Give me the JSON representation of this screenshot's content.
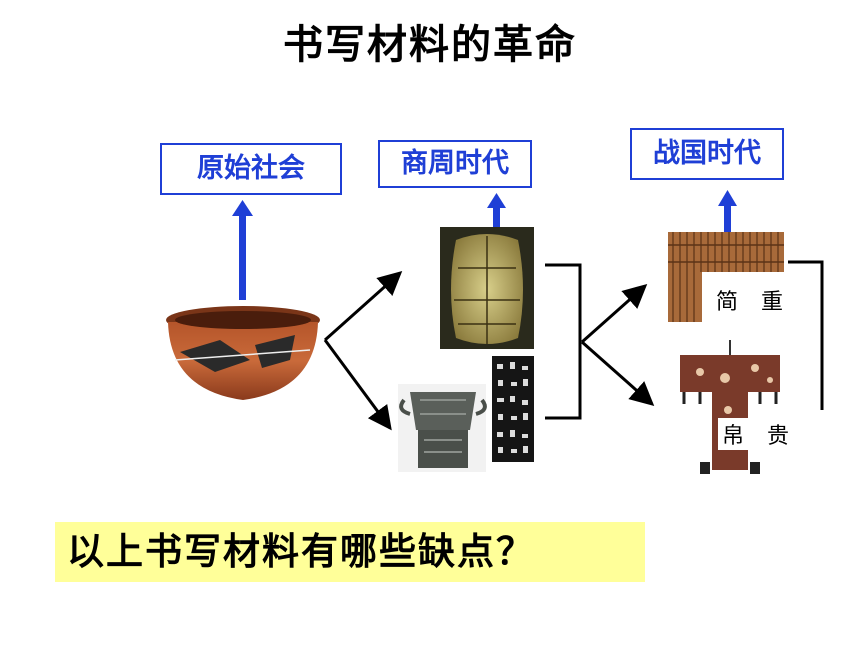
{
  "title": "书写材料的革命",
  "eras": {
    "primitive": "原始社会",
    "shang_zhou": "商周时代",
    "warring_states": "战国时代"
  },
  "materials": {
    "bamboo_label": "简 重",
    "silk_label": "帛 贵"
  },
  "question": "以上书写材料有哪些缺点？",
  "colors": {
    "accent_blue": "#1f3fd6",
    "highlight_yellow": "#ffff99"
  }
}
